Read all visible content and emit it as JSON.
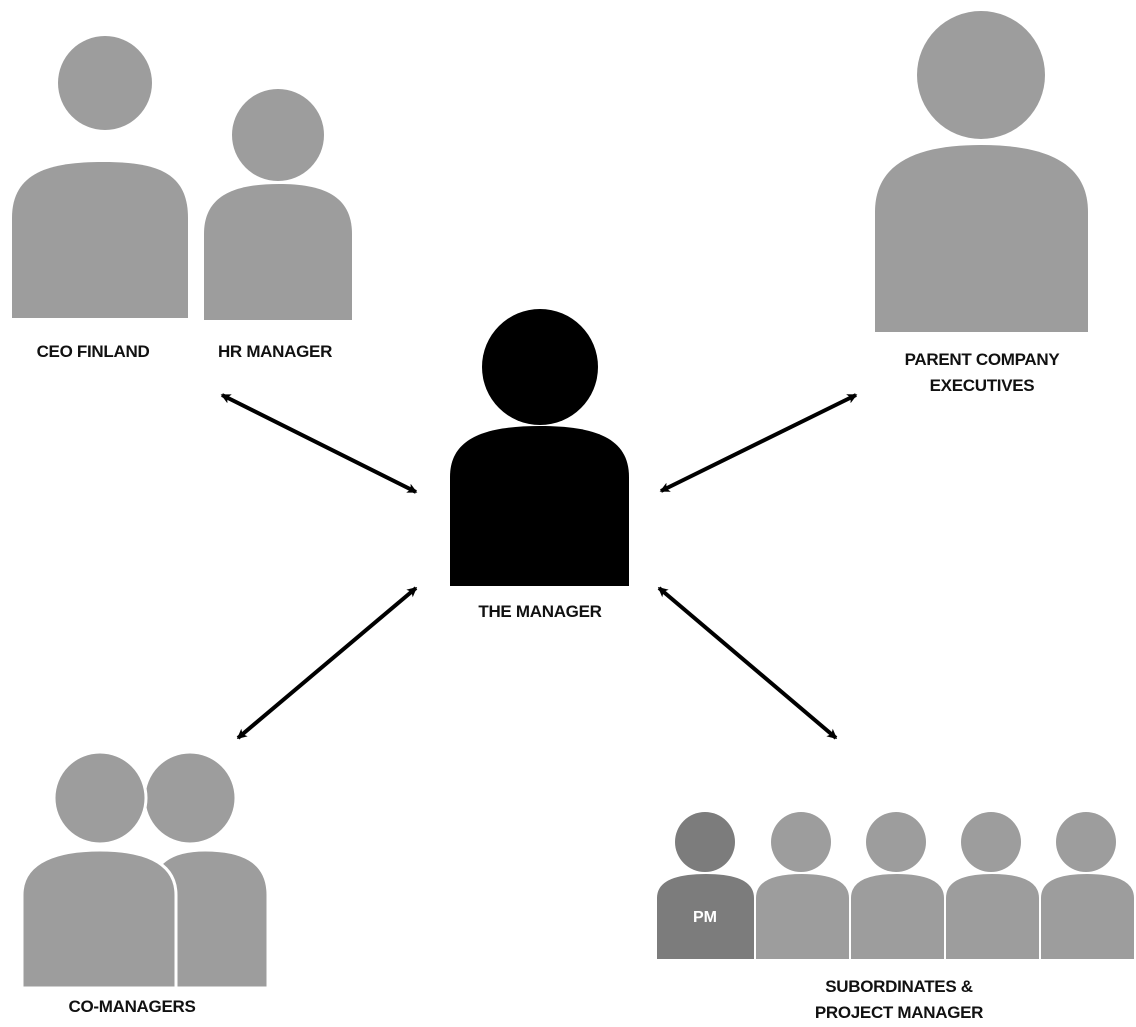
{
  "nodes": {
    "ceo": "CEO FINLAND",
    "hr": "HR MANAGER",
    "parent_line1": "PARENT COMPANY",
    "parent_line2": "EXECUTIVES",
    "manager": "THE MANAGER",
    "comanagers": "CO-MANAGERS",
    "subordinates_line1": "SUBORDINATES &",
    "subordinates_line2": "PROJECT MANAGER",
    "pm_badge": "PM"
  },
  "colors": {
    "person_gray": "#9d9d9d",
    "pm_gray": "#7c7c7c",
    "manager": "#000000",
    "arrows": "#000000"
  }
}
